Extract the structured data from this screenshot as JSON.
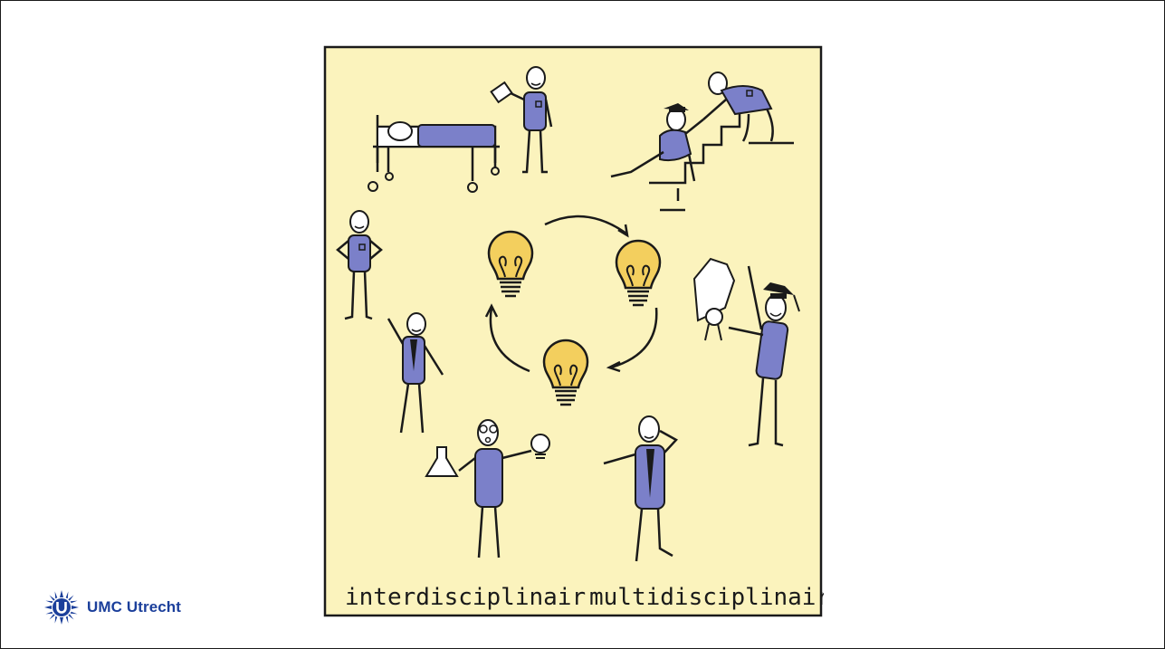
{
  "slide": {
    "labels": {
      "left": "interdisciplinair",
      "right": "multidisciplinair"
    },
    "logo": {
      "text": "UMC Utrecht",
      "icon": "umc-sun-logo-icon"
    }
  },
  "colors": {
    "panel": "#fbf3bd",
    "ink": "#1a1a1a",
    "shirt": "#7b80c9",
    "bulb": "#f3cf5e",
    "brand": "#1b3f9b"
  }
}
